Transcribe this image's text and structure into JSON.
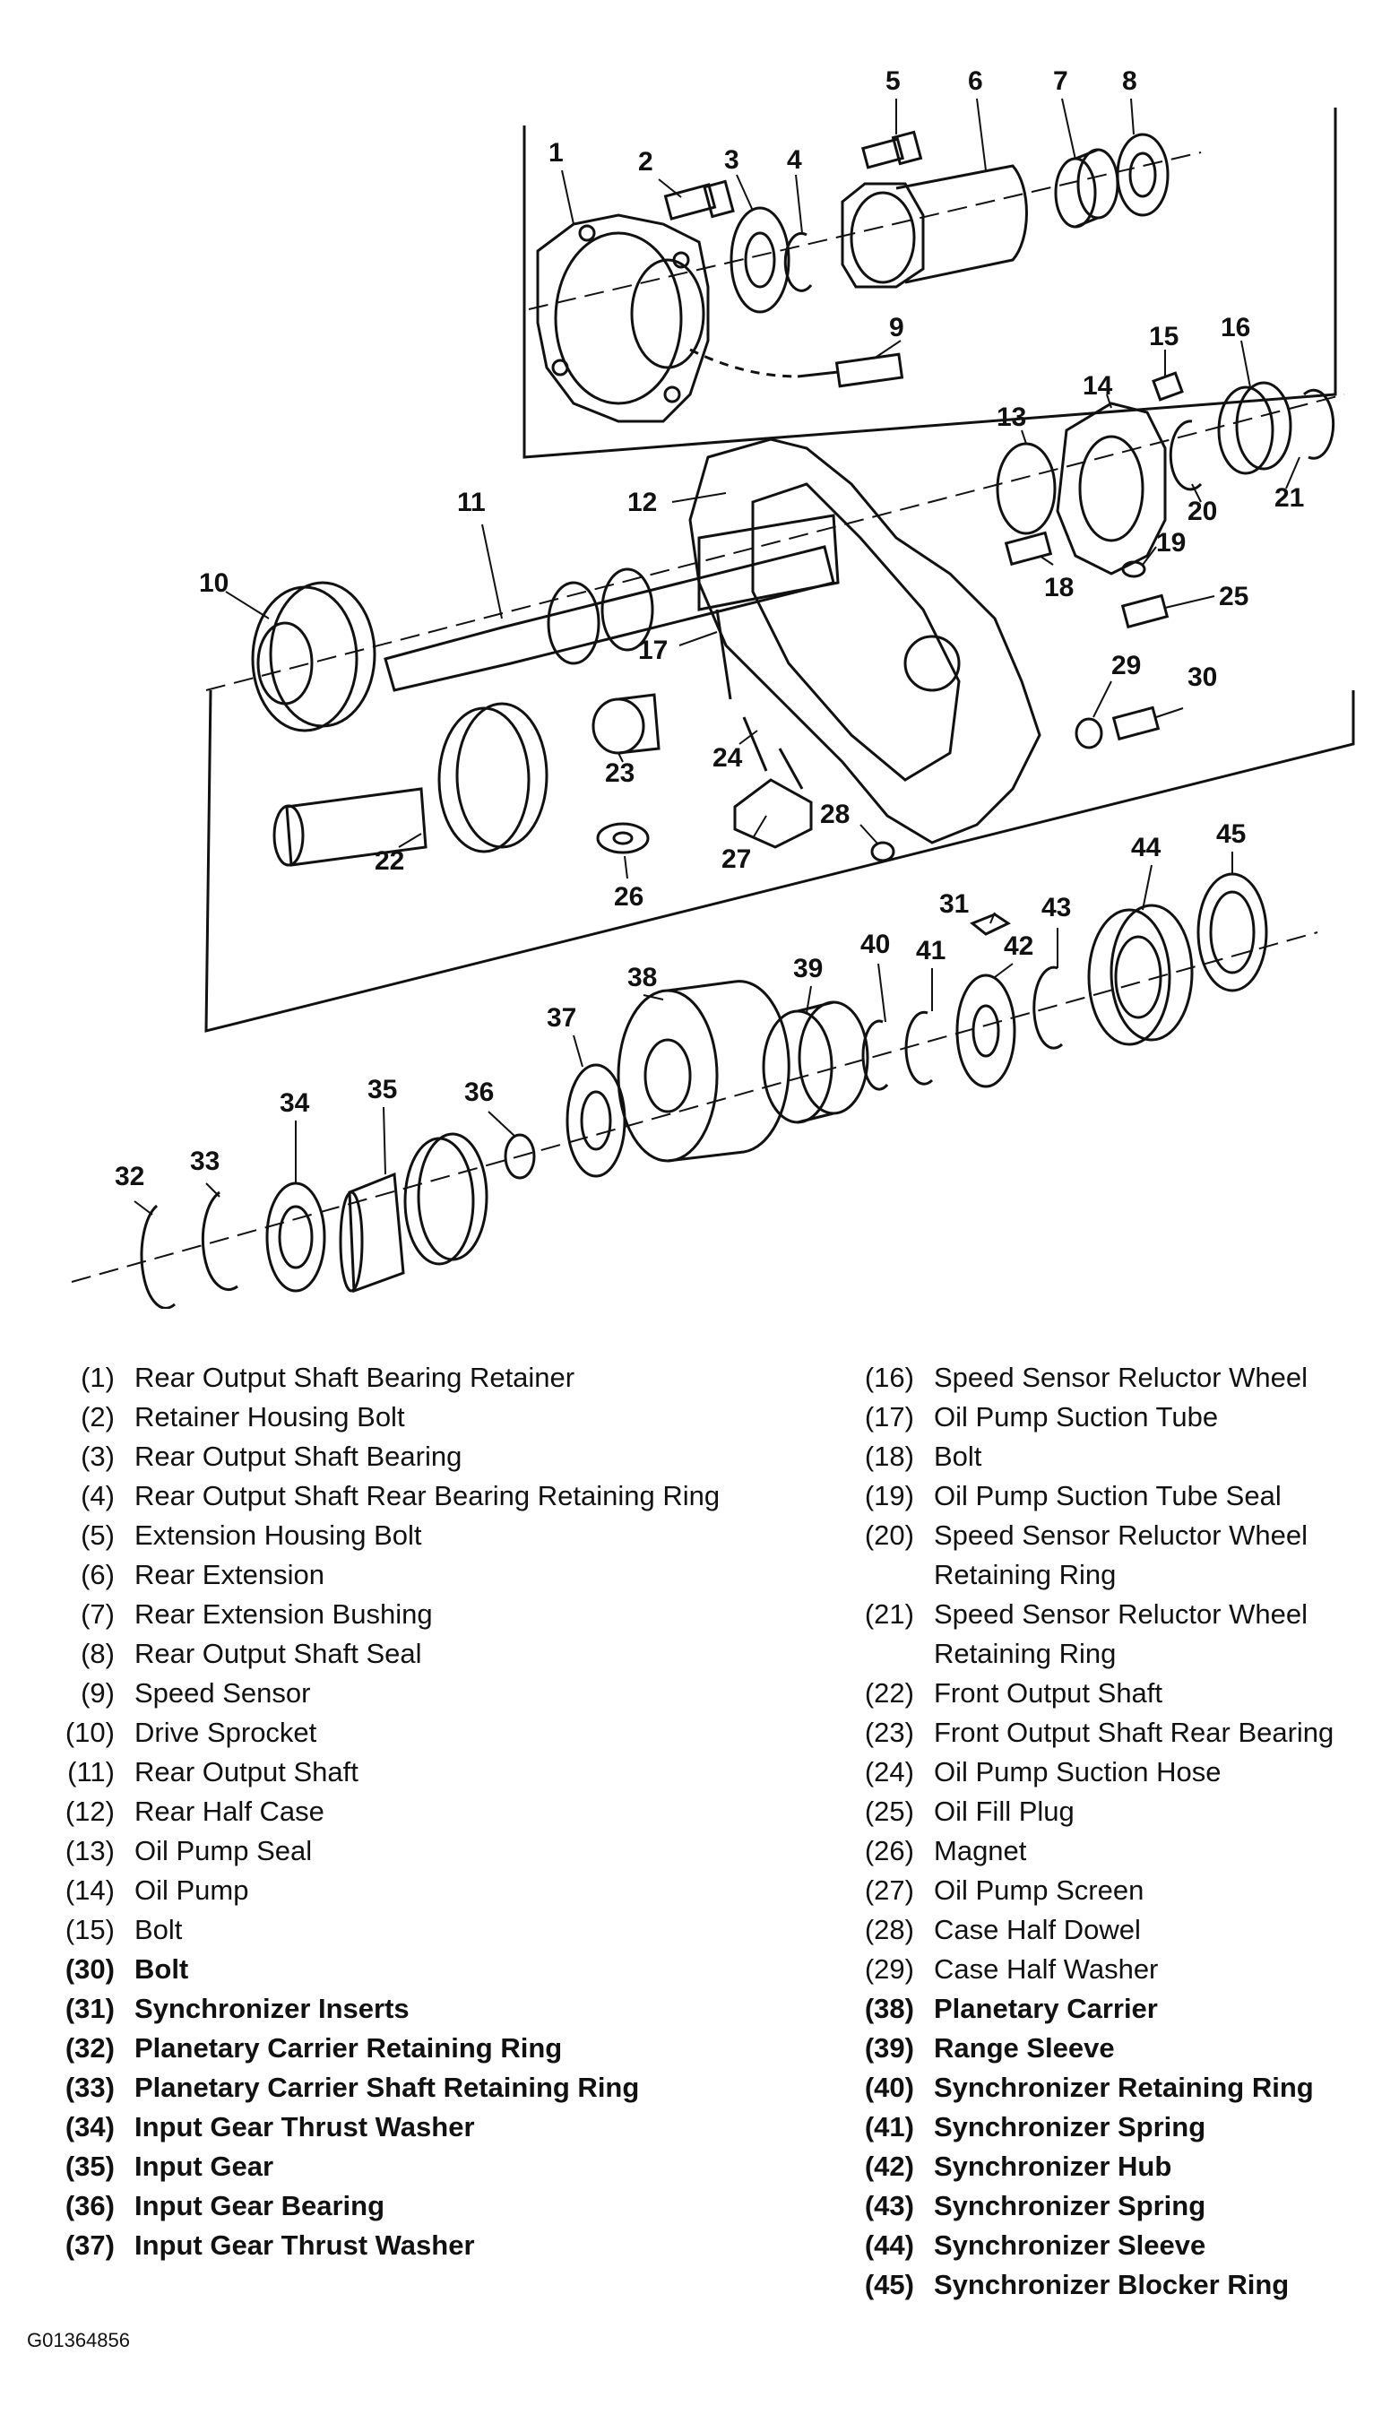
{
  "callouts": [
    "1",
    "2",
    "3",
    "4",
    "5",
    "6",
    "7",
    "8",
    "9",
    "10",
    "11",
    "12",
    "13",
    "14",
    "15",
    "16",
    "17",
    "18",
    "19",
    "20",
    "21",
    "22",
    "23",
    "24",
    "25",
    "26",
    "27",
    "28",
    "29",
    "30",
    "31",
    "32",
    "33",
    "34",
    "35",
    "36",
    "37",
    "38",
    "39",
    "40",
    "41",
    "42",
    "43",
    "44",
    "45"
  ],
  "legend_left": [
    {
      "num": "(1)",
      "text": "Rear Output Shaft Bearing Retainer"
    },
    {
      "num": "(2)",
      "text": "Retainer Housing Bolt"
    },
    {
      "num": "(3)",
      "text": "Rear Output Shaft Bearing"
    },
    {
      "num": "(4)",
      "text": "Rear Output Shaft Rear Bearing Retaining Ring"
    },
    {
      "num": "(5)",
      "text": "Extension Housing Bolt"
    },
    {
      "num": "(6)",
      "text": "Rear Extension"
    },
    {
      "num": "(7)",
      "text": "Rear Extension Bushing"
    },
    {
      "num": "(8)",
      "text": "Rear Output Shaft Seal"
    },
    {
      "num": "(9)",
      "text": "Speed Sensor"
    },
    {
      "num": "(10)",
      "text": "Drive Sprocket"
    },
    {
      "num": "(11)",
      "text": "Rear Output Shaft"
    },
    {
      "num": "(12)",
      "text": "Rear Half Case"
    },
    {
      "num": "(13)",
      "text": "Oil Pump Seal"
    },
    {
      "num": "(14)",
      "text": "Oil Pump"
    },
    {
      "num": "(15)",
      "text": "Bolt"
    },
    {
      "num": "(30)",
      "text": "Bolt"
    },
    {
      "num": "(31)",
      "text": "Synchronizer Inserts"
    },
    {
      "num": "(32)",
      "text": "Planetary Carrier Retaining Ring"
    },
    {
      "num": "(33)",
      "text": "Planetary Carrier Shaft Retaining Ring"
    },
    {
      "num": "(34)",
      "text": "Input Gear Thrust Washer"
    },
    {
      "num": "(35)",
      "text": "Input Gear"
    },
    {
      "num": "(36)",
      "text": "Input Gear Bearing"
    },
    {
      "num": "(37)",
      "text": "Input Gear Thrust Washer"
    }
  ],
  "legend_right": [
    {
      "num": "(16)",
      "text": "Speed Sensor Reluctor Wheel"
    },
    {
      "num": "(17)",
      "text": "Oil Pump Suction Tube"
    },
    {
      "num": "(18)",
      "text": "Bolt"
    },
    {
      "num": "(19)",
      "text": "Oil Pump Suction Tube Seal"
    },
    {
      "num": "(20)",
      "text": "Speed Sensor Reluctor Wheel Retaining Ring"
    },
    {
      "num": "(21)",
      "text": "Speed Sensor Reluctor Wheel Retaining Ring"
    },
    {
      "num": "(22)",
      "text": "Front Output Shaft"
    },
    {
      "num": "(23)",
      "text": "Front Output Shaft Rear Bearing"
    },
    {
      "num": "(24)",
      "text": "Oil Pump Suction Hose"
    },
    {
      "num": "(25)",
      "text": "Oil Fill Plug"
    },
    {
      "num": "(26)",
      "text": "Magnet"
    },
    {
      "num": "(27)",
      "text": "Oil Pump Screen"
    },
    {
      "num": "(28)",
      "text": "Case Half Dowel"
    },
    {
      "num": "(29)",
      "text": "Case Half Washer"
    },
    {
      "num": "(38)",
      "text": "Planetary Carrier"
    },
    {
      "num": "(39)",
      "text": "Range Sleeve"
    },
    {
      "num": "(40)",
      "text": "Synchronizer Retaining Ring"
    },
    {
      "num": "(41)",
      "text": "Synchronizer Spring"
    },
    {
      "num": "(42)",
      "text": "Synchronizer Hub"
    },
    {
      "num": "(43)",
      "text": "Synchronizer Spring"
    },
    {
      "num": "(44)",
      "text": "Synchronizer Sleeve"
    },
    {
      "num": "(45)",
      "text": "Synchronizer Blocker Ring"
    }
  ],
  "figure_id": "G01364856"
}
